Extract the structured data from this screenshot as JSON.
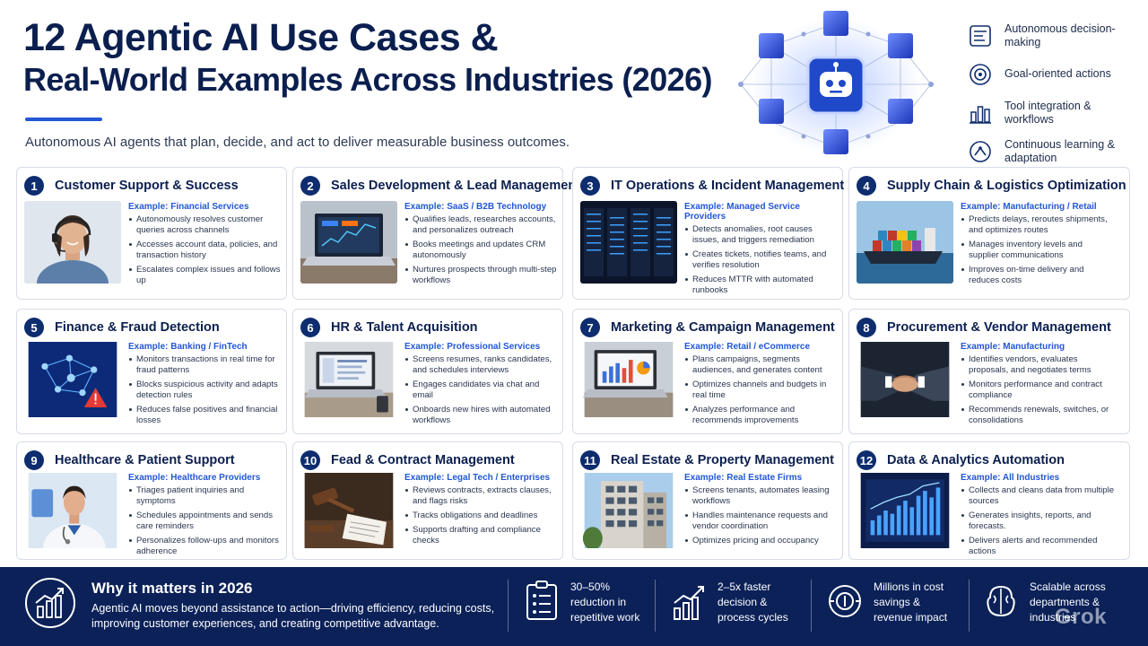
{
  "header": {
    "title_line1": "12 Agentic AI Use Cases &",
    "title_line2": "Real-World Examples Across Industries (2026)",
    "subtitle": "Autonomous AI agents that plan, decide, and act to deliver measurable business outcomes."
  },
  "features": [
    {
      "icon": "decision-flow-icon",
      "label": "Autonomous decision-making"
    },
    {
      "icon": "target-icon",
      "label": "Goal-oriented actions"
    },
    {
      "icon": "tool-integration-icon",
      "label": "Tool integration & workflows"
    },
    {
      "icon": "learning-loop-icon",
      "label": "Continuous learning & adaptation"
    }
  ],
  "cards": [
    {
      "num": "1",
      "title": "Customer Support & Success",
      "example": "Example: Financial Services",
      "bullets": [
        "Autonomously resolves customer queries across channels",
        "Accesses account data, policies, and transaction history",
        "Escalates complex issues and follows up"
      ],
      "image": "support-agent-photo"
    },
    {
      "num": "2",
      "title": "Sales Development & Lead Management",
      "example": "Example: SaaS / B2B Technology",
      "bullets": [
        "Qualifies leads, researches accounts, and personalizes outreach",
        "Books meetings and updates CRM autonomously",
        "Nurtures prospects through multi-step workflows"
      ],
      "image": "laptop-dashboard-photo"
    },
    {
      "num": "3",
      "title": "IT Operations & Incident Management",
      "example": "Example: Managed Service Providers",
      "bullets": [
        "Detects anomalies, root causes issues, and triggers remediation",
        "Creates tickets, notifies teams, and verifies resolution",
        "Reduces MTTR with automated runbooks"
      ],
      "image": "server-room-photo"
    },
    {
      "num": "4",
      "title": "Supply Chain & Logistics Optimization",
      "example": "Example: Manufacturing / Retail",
      "bullets": [
        "Predicts delays, reroutes shipments, and optimizes routes",
        "Manages inventory levels and supplier communications",
        "Improves on-time delivery and reduces costs"
      ],
      "image": "cargo-ship-photo"
    },
    {
      "num": "5",
      "title": "Finance & Fraud Detection",
      "example": "Example: Banking / FinTech",
      "bullets": [
        "Monitors transactions in real time for fraud patterns",
        "Blocks suspicious activity and adapts detection rules",
        "Reduces false positives and financial losses"
      ],
      "image": "fraud-network-image"
    },
    {
      "num": "6",
      "title": "HR & Talent Acquisition",
      "example": "Example: Professional Services",
      "bullets": [
        "Screens resumes, ranks candidates, and schedules interviews",
        "Engages candidates via chat and email",
        "Onboards new hires with automated workflows"
      ],
      "image": "hr-laptop-photo"
    },
    {
      "num": "7",
      "title": "Marketing & Campaign Management",
      "example": "Example: Retail / eCommerce",
      "bullets": [
        "Plans campaigns, segments audiences, and generates content",
        "Optimizes channels and budgets in real time",
        "Analyzes performance and recommends improvements"
      ],
      "image": "marketing-laptop-photo"
    },
    {
      "num": "8",
      "title": "Procurement & Vendor Management",
      "example": "Example: Manufacturing",
      "bullets": [
        "Identifies vendors, evaluates proposals, and negotiates terms",
        "Monitors performance and contract compliance",
        "Recommends renewals, switches, or consolidations"
      ],
      "image": "handshake-photo"
    },
    {
      "num": "9",
      "title": "Healthcare & Patient Support",
      "example": "Example: Healthcare Providers",
      "bullets": [
        "Triages patient inquiries and symptoms",
        "Schedules appointments and sends care reminders",
        "Personalizes follow-ups and monitors adherence"
      ],
      "image": "doctor-photo"
    },
    {
      "num": "10",
      "title": "Fead & Contract Management",
      "example": "Example: Legal Tech / Enterprises",
      "bullets": [
        "Reviews contracts, extracts clauses, and flags risks",
        "Tracks obligations and deadlines",
        "Supports drafting and compliance checks"
      ],
      "image": "gavel-photo"
    },
    {
      "num": "11",
      "title": "Real Estate & Property Management",
      "example": "Example: Real Estate Firms",
      "bullets": [
        "Screens tenants, automates leasing workflows",
        "Handles maintenance requests and vendor coordination",
        "Optimizes pricing and occupancy"
      ],
      "image": "building-photo"
    },
    {
      "num": "12",
      "title": "Data & Analytics Automation",
      "example": "Example: All Industries",
      "bullets": [
        "Collects and cleans data from multiple sources",
        "Generates insights, reports, and forecasts.",
        "Delivers alerts and recommended actions"
      ],
      "image": "analytics-screen-photo"
    }
  ],
  "footer": {
    "title": "Why it matters in 2026",
    "text": "Agentic AI moves beyond assistance to action—driving efficiency, reducing costs, improving customer experiences, and creating competitive advantage.",
    "stats": [
      {
        "icon": "checklist-icon",
        "text": "30–50% reduction in repetitive work"
      },
      {
        "icon": "growth-chart-icon",
        "text": "2–5x faster decision & process cycles"
      },
      {
        "icon": "cost-savings-icon",
        "text": "Millions in cost savings & revenue impact"
      },
      {
        "icon": "scale-brain-icon",
        "text": "Scalable across departments & industries"
      }
    ],
    "watermark": "Grok"
  },
  "colors": {
    "navy": "#0b2158",
    "accent": "#2357d4",
    "title": "#0b1f4f"
  }
}
